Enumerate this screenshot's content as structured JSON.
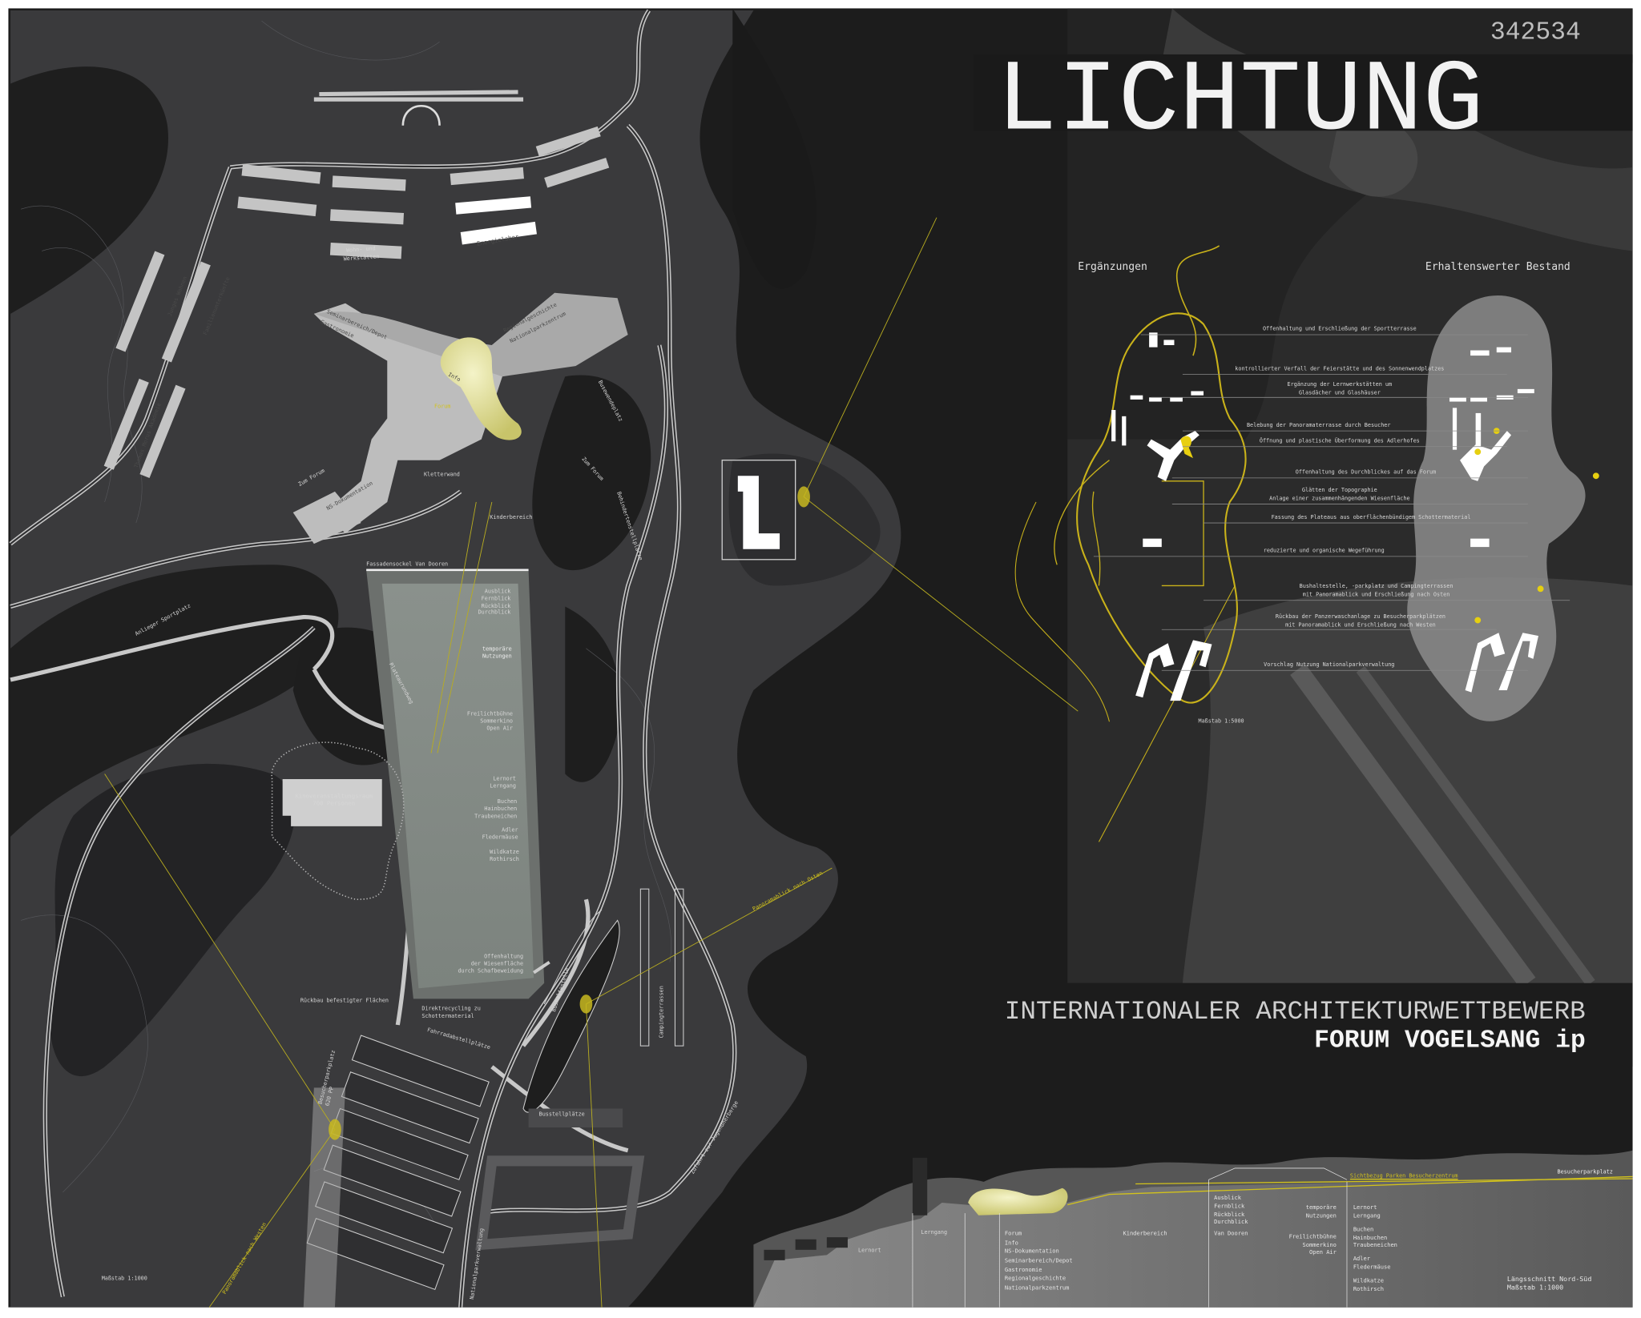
{
  "project_number": "342534",
  "title": "LICHTUNG",
  "competition": {
    "line1": "INTERNATIONALER ARCHITEKTURWETTBEWERB",
    "line2": "FORUM VOGELSANG ip"
  },
  "overview": {
    "left_heading": "Ergänzungen",
    "right_heading": "Erhaltenswerter Bestand",
    "scale": "Maßstab 1:5000",
    "annotations": [
      [
        "Offenhaltung und Erschließung der Sportterrasse"
      ],
      [
        "kontrollierter Verfall der Feierstätte und des Sonnenwendplatzes"
      ],
      [
        "Ergänzung der Lernwerkstätten um",
        "Glasdächer und Glashäuser"
      ],
      [
        "Belebung der Panoramaterrasse durch Besucher"
      ],
      [
        "Öffnung und plastische Überformung des Adlerhofes"
      ],
      [
        "Offenhaltung des Durchblickes auf das Forum"
      ],
      [
        "Glätten der Topographie",
        "Anlage einer zusammenhängenden Wiesenfläche"
      ],
      [
        "Fassung des Plateaus aus oberflächenbündigem Schottermaterial"
      ],
      [
        "reduzierte und organische Wegeführung"
      ],
      [
        "Bushaltestelle, -parkplatz und Campingterrassen",
        "mit Panoramablick und Erschließung nach Osten"
      ],
      [
        "Rückbau der Panzerwaschanlage zu Besucherparkplätzen",
        "mit Panoramablick und Erschließung nach Westen"
      ],
      [
        "Vorschlag Nutzung Nationalparkverwaltung"
      ]
    ]
  },
  "plan": {
    "wohn": [
      "Wohn- und",
      "Werkstätten"
    ],
    "energielabor": "Energielabor",
    "junges_wohnen": "Junges Wohnen",
    "familien": "Familienunterkünfte",
    "thomas_morus": "Thomas Morus Akademie",
    "anlieger": "Anlieger Sportplatz",
    "seminar": "Seminarbereich/Depot",
    "gastronomie": "Gastronomie",
    "regional": "Regionalgeschichte",
    "nationalpark": "Nationalparkzentrum",
    "info": "Info",
    "forum": "Forum",
    "busewende": "Busewendeplatz",
    "zum_forum_1": "Zum Forum",
    "zum_forum_2": "Zum Forum",
    "ns_doku": "NS-Dokumentation",
    "kletterwand": "Kletterwand",
    "kinderbereich": "Kinderbereich",
    "fassadensockel": "Fassadensockel Van Dooren",
    "behinderten": "Behindertenstellplätze",
    "plateaurundweg": "Plateaurundweg",
    "kino": [
      "Kinoveranstaltungsraum",
      "700 Personen"
    ],
    "rueckbau": "Rückbau befestigter Flächen",
    "direktrecycling": [
      "Direktrecycling zu",
      "Schottermaterial"
    ],
    "fahrrad": "Fahrradabstellplätze",
    "besucherparkplatz": [
      "Besucherparkplatz",
      "620 PP"
    ],
    "busstell": "Busstellplätze",
    "bushalt": "Bushaltestelle",
    "camping": "Campingterrassen",
    "panorama_osten": "Panoramablick nach Osten",
    "zufahrt": "Zufahrt zur Jugendherberge",
    "panorama_westen": "Panoramablick nach Westen",
    "nationalparkverwaltung": "Nationalparkverwaltung",
    "scale": "Maßstab 1:1000",
    "plateau": {
      "blick": [
        "Ausblick",
        "Fernblick",
        "Rückblick",
        "Durchblick"
      ],
      "temporaer": [
        "temporäre",
        "Nutzungen"
      ],
      "freilicht": [
        "Freilichtbühne",
        "Sommerkino",
        "Open Air"
      ],
      "lernort": [
        "Lernort",
        "Lerngang"
      ],
      "baeume": [
        "Buchen",
        "Hainbuchen",
        "Traubeneichen"
      ],
      "tiere1": [
        "Adler",
        "Fledermäuse"
      ],
      "tiere2": [
        "Wildkatze",
        "Rothirsch"
      ],
      "offenhaltung": [
        "Offenhaltung",
        "der Wiesenfläche",
        "durch Schafbeweidung"
      ]
    }
  },
  "section": {
    "sichtbezug": "Sichtbezug Parken Besucherzentrum",
    "besucherparkplatz": "Besucherparkplatz",
    "lernort": "Lernort",
    "lerngang": "Lerngang",
    "forum_list": [
      "Forum",
      "Info",
      "NS-Dokumentation",
      "Seminarbereich/Depot",
      "Gastronomie",
      "Regionalgeschichte",
      "Nationalparkzentrum"
    ],
    "kinderbereich": "Kinderbereich",
    "blick": [
      "Ausblick",
      "Fernblick",
      "Rückblick",
      "Durchblick"
    ],
    "van_dooren": "Van Dooren",
    "temporaer": [
      "temporäre",
      "Nutzungen"
    ],
    "freilicht": [
      "Freilichtbühne",
      "Sommerkino",
      "Open Air"
    ],
    "lernort_list": [
      "Lernort",
      "Lerngang"
    ],
    "baeume": [
      "Buchen",
      "Hainbuchen",
      "Traubeneichen"
    ],
    "tiere1": [
      "Adler",
      "Fledermäuse"
    ],
    "tiere2": [
      "Wildkatze",
      "Rothirsch"
    ],
    "caption": [
      "Längsschnitt Nord-Süd",
      "Maßstab 1:1000"
    ]
  },
  "colors": {
    "background": "#1c1c1c",
    "terrain": "#3a3a3c",
    "accent_yellow": "#d2c21c",
    "building": "#c4c4c4"
  }
}
